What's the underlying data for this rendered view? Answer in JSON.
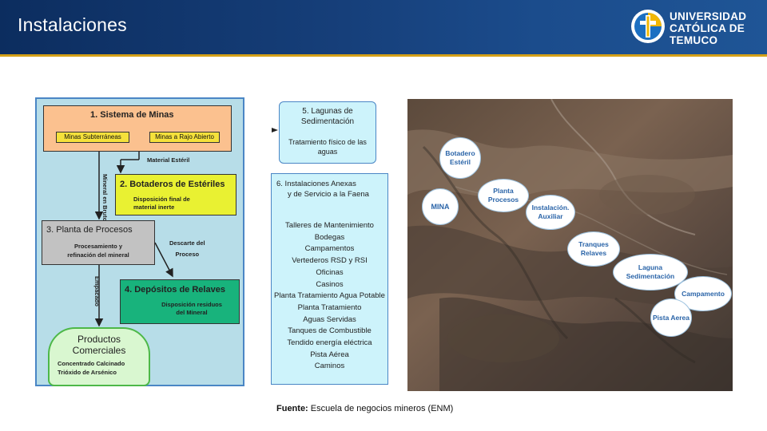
{
  "header": {
    "title": "Instalaciones",
    "logo_lines": [
      "UNIVERSIDAD",
      "CATÓLICA DE",
      "TEMUCO"
    ],
    "colors": {
      "bar": "#163f7a",
      "accent": "#d4a017"
    }
  },
  "flow": {
    "mines": {
      "title": "1. Sistema de Minas",
      "sub1": "Minas Subterráneas",
      "sub2": "Minas a Rajo Abierto"
    },
    "esteril_label": "Material Estéril",
    "bruto_label": "Mineral en Bruto",
    "waste": {
      "title": "2. Botaderos de Estériles",
      "line1": "Disposición final de",
      "line2": "material inerte"
    },
    "plant": {
      "title": "3. Planta de Procesos",
      "line1": "Procesamiento y",
      "line2": "refinación del mineral"
    },
    "descarte_line1": "Descarte del",
    "descarte_line2": "Proceso",
    "tailings": {
      "title": "4. Depósitos de Relaves",
      "line1": "Disposición residuos",
      "line2": "del Mineral"
    },
    "empacado_label": "Empacado",
    "products": {
      "title1": "Productos",
      "title2": "Comerciales",
      "line1": "Concentrado Calcinado",
      "line2": "Trióxido de Arsénico"
    }
  },
  "lagunas": {
    "title1": "5. Lagunas de",
    "title2": "Sedimentación",
    "sub1": "Tratamiento físico de las",
    "sub2": "aguas"
  },
  "anexas": {
    "title1": "6. Instalaciones Anexas",
    "title2": "y de Servicio a la Faena",
    "items": [
      "Talleres de Mantenimiento",
      "Bodegas",
      "Campamentos",
      "Vertederos RSD y RSI",
      "Oficinas",
      "Casinos",
      "Planta Tratamiento Agua Potable",
      "Planta Tratamiento",
      "Aguas Servidas",
      "Tanques de Combustible",
      "Tendido energía eléctrica",
      "Pista Aérea",
      "Caminos"
    ]
  },
  "map_labels": [
    "Botadero Estéril",
    "MINA",
    "Planta Procesos",
    "Instalación. Auxiliar",
    "Tranques Relaves",
    "Laguna Sedimentación",
    "Campamento",
    "Pista Aerea"
  ],
  "source": {
    "label": "Fuente:",
    "text": "Escuela de negocios mineros (ENM)"
  }
}
